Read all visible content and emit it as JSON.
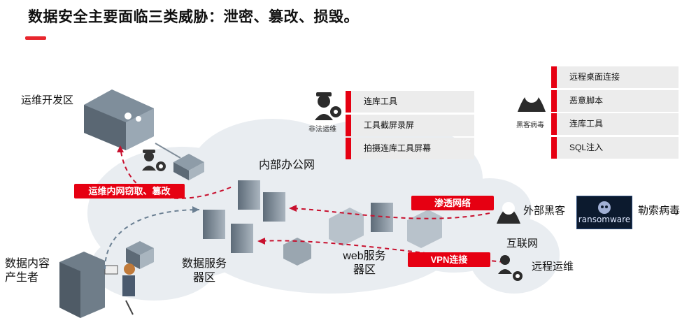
{
  "title": "数据安全主要面临三类威胁：泄密、篡改、损毁。",
  "labels": {
    "dev_zone": "运维开发区",
    "office_net": "内部办公网",
    "data_producer": "数据内容产生者",
    "data_server_zone": "数据服务器区",
    "web_server_zone": "web服务器区",
    "external_hacker": "外部黑客",
    "ransomware": "勒索病毒",
    "internet": "互联网",
    "remote_ops": "远程运维",
    "illegal_ops": "非法运维",
    "hacker_virus": "黑客病毒"
  },
  "tags": {
    "internal_theft": "运维内网窃取、篡改",
    "penetration": "渗透网络",
    "vpn": "VPN连接"
  },
  "illegal_ops_methods": [
    "连库工具",
    "工具截屏录屏",
    "拍摄连库工具屏幕"
  ],
  "hacker_methods": [
    "远程桌面连接",
    "恶意脚本",
    "连库工具",
    "SQL注入"
  ],
  "ransomware_image_text": "ransomware",
  "colors": {
    "accent": "#e60012",
    "title_bar": "#e8262d",
    "cloud": "#e6ebef",
    "device": "#8a97a3"
  },
  "icons": [
    "building-icon",
    "worker-icon",
    "gear-icon",
    "switch-icon",
    "server-icon",
    "firewall-icon",
    "hooded-hacker-icon",
    "office-building-icon",
    "person-laptop-icon"
  ]
}
